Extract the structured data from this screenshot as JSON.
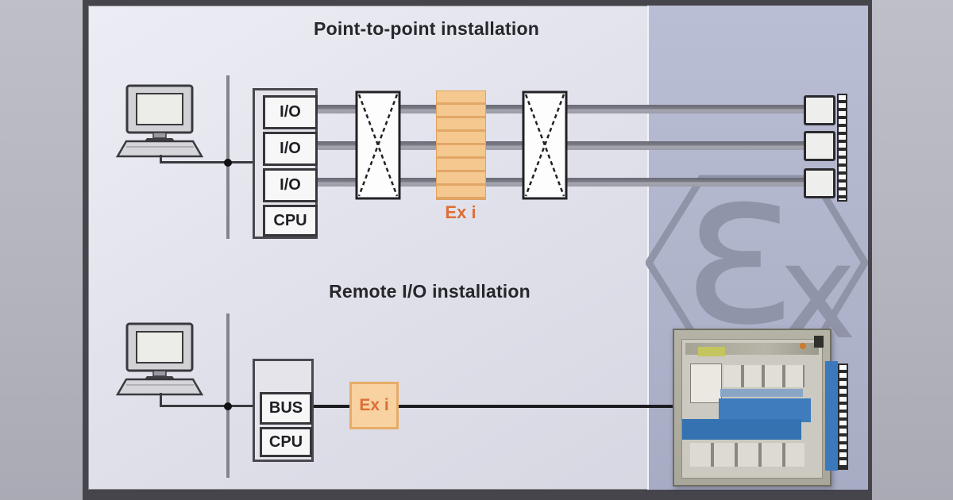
{
  "top_section": {
    "title": "Point-to-point installation",
    "rack_modules": [
      "I/O",
      "I/O",
      "I/O",
      "CPU"
    ],
    "barrier_label": "Ex i"
  },
  "bottom_section": {
    "title": "Remote I/O installation",
    "rack_modules": [
      "BUS",
      "CPU"
    ],
    "barrier_label": "Ex i"
  },
  "watermark": {
    "epsilon": "ε",
    "x": "x"
  },
  "colors": {
    "barrier_orange": "#f4c88f",
    "barrier_stripe": "#e2a667",
    "exi_label_orange": "#dd6f36",
    "safe_zone": "#e2e2ec",
    "hazard_zone": "#b1b5cc",
    "enclosure_blue": "#3e7cbe",
    "frame_border": "#45454b"
  }
}
